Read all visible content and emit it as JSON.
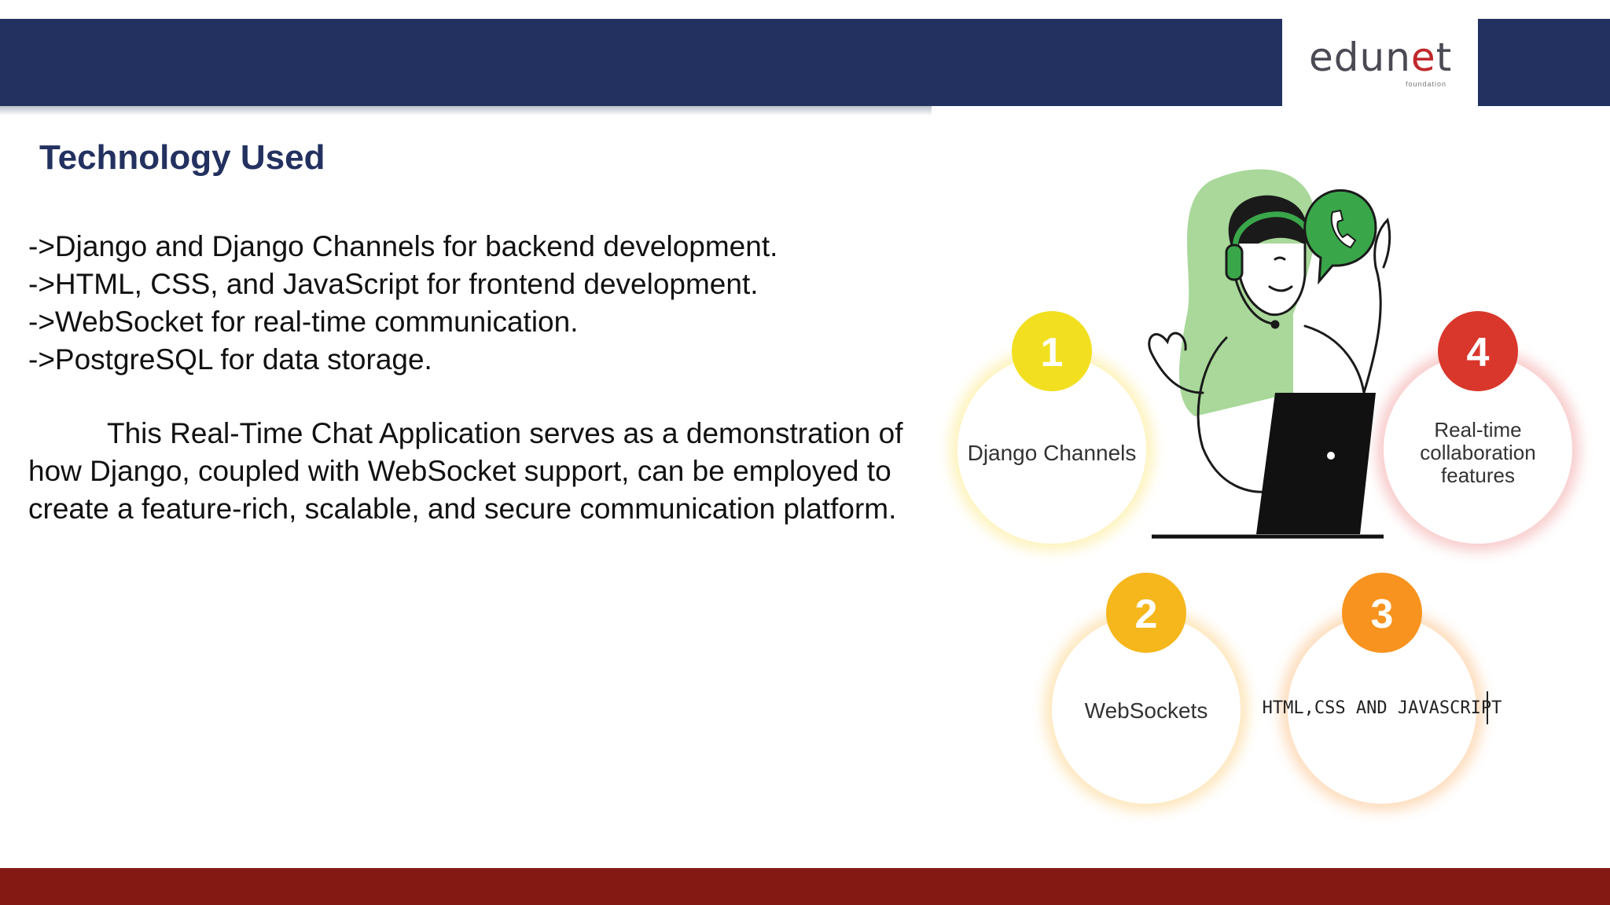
{
  "brand": {
    "name_prefix": "edun",
    "name_accent": "e",
    "name_suffix": "t",
    "tagline": "foundation"
  },
  "slide": {
    "title": "Technology Used",
    "bullets": [
      "->Django and Django Channels for backend development.",
      "->HTML, CSS, and JavaScript for frontend development.",
      "->WebSocket for real-time communication.",
      "->PostgreSQL for data storage."
    ],
    "paragraph": "This Real-Time Chat Application serves as a demonstration of how Django, coupled with WebSocket support, can be employed to create a feature-rich, scalable, and secure communication platform."
  },
  "graphic": {
    "items": [
      {
        "number": "1",
        "label_lines": [
          "Django Channels"
        ],
        "color": "#f2df20"
      },
      {
        "number": "2",
        "label_lines": [
          "WebSockets"
        ],
        "color": "#f6b71c"
      },
      {
        "number": "3",
        "label_lines": [
          "HTML,CSS AND JAVASCRIPT"
        ],
        "color": "#f7931e"
      },
      {
        "number": "4",
        "label_lines": [
          "Real-time",
          "collaboration",
          "features"
        ],
        "color": "#d9372c"
      }
    ],
    "icons": [
      "person-with-headset-icon",
      "phone-chat-bubble-icon",
      "laptop-icon"
    ]
  },
  "colors": {
    "header": "#233160",
    "footer": "#841914",
    "title": "#233160",
    "blob": "#a9d89a"
  }
}
